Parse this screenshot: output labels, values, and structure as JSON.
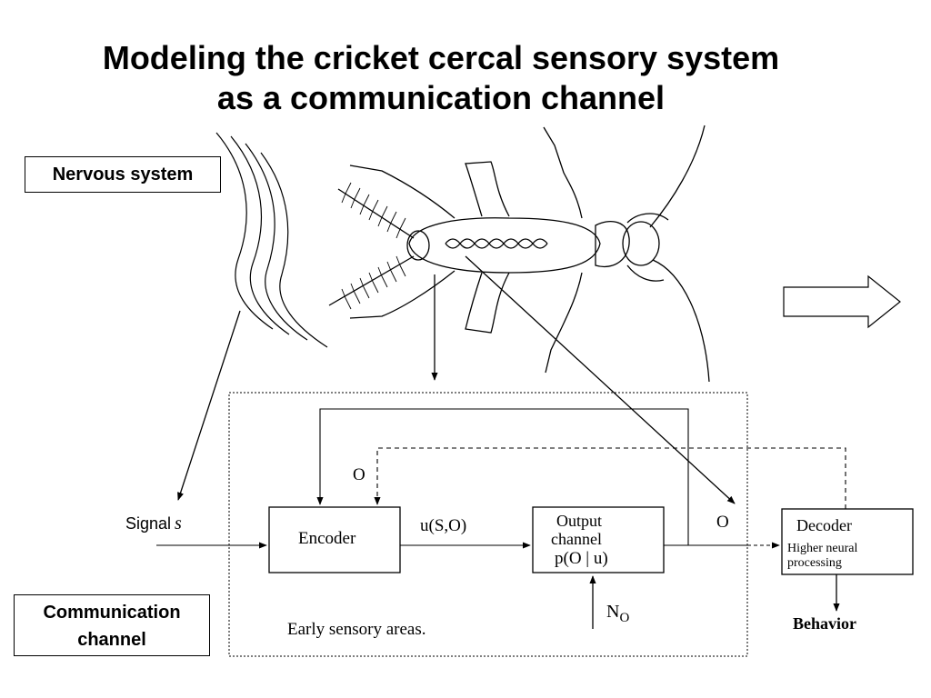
{
  "title": {
    "line1": "Modeling the cricket cercal sensory system",
    "line2": "as a communication channel"
  },
  "labels": {
    "nervous_system": "Nervous system",
    "communication_channel_line1": "Communication",
    "communication_channel_line2": "channel"
  },
  "signal": {
    "label": "Signal",
    "symbol": "s"
  },
  "blocks": {
    "encoder": "Encoder",
    "encoder_output": "u(S,O)",
    "output_channel_line1": "Output",
    "output_channel_line2": "channel",
    "output_channel_line3": "p(O | u)",
    "channel_output": "O",
    "feedback_label": "O",
    "noise_label": "N",
    "noise_subscript": "O",
    "decoder": "Decoder",
    "decoder_sub1": "Higher neural",
    "decoder_sub2": "processing",
    "behavior": "Behavior",
    "early_sensory": "Early sensory areas."
  }
}
